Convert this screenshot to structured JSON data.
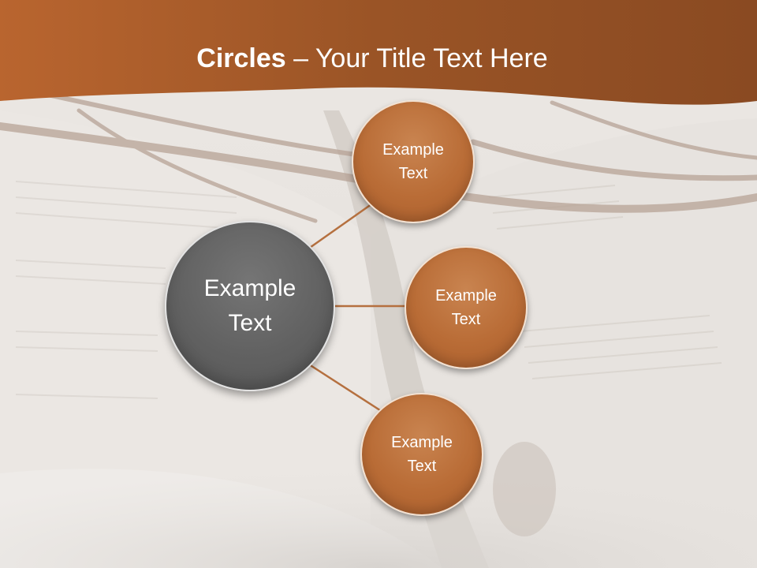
{
  "slide": {
    "title_bold": "Circles",
    "title_rest": " – Your Title Text Here"
  },
  "center_circle": {
    "label": "Example\nText"
  },
  "outer_circles": [
    {
      "label": "Example\nText"
    },
    {
      "label": "Example\nText"
    },
    {
      "label": "Example\nText"
    }
  ],
  "colors": {
    "header_brown": "#9a5426",
    "circle_orange": "#b96c36",
    "circle_gray": "#616161",
    "connector": "#b5703f"
  }
}
